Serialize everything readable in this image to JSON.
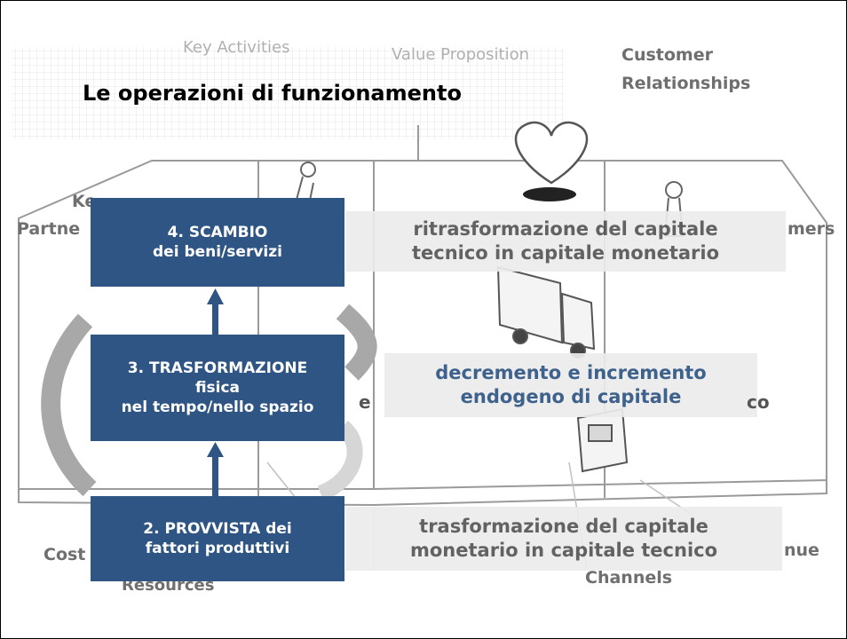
{
  "title": "Le operazioni di funzionamento",
  "background_labels": {
    "key_activities": "Key Activities",
    "value_proposition": "Value Proposition",
    "customer_relationships_1": "Customer",
    "customer_relationships_2": "Relationships",
    "key_partners_1": "Ke",
    "key_partners_2": "Partne",
    "customer_segments": "mers",
    "cost": "Cost",
    "resources": "Resources",
    "revenue": "nue",
    "channels": "Channels"
  },
  "steps": {
    "scambio": {
      "line1": "4. SCAMBIO",
      "line2": "dei beni/servizi"
    },
    "trasformazione": {
      "line1": "3. TRASFORMAZIONE",
      "line2": "fisica",
      "line3": "nel tempo/nello spazio"
    },
    "provvista": {
      "line1": "2. PROVVISTA dei",
      "line2": "fattori produttivi"
    }
  },
  "descriptions": {
    "scambio": {
      "line1": "ritrasformazione del capitale",
      "line2": "tecnico in capitale monetario"
    },
    "trasformazione": {
      "line1": "decremento e incremento",
      "line2": "endogeno di capitale"
    },
    "provvista": {
      "line1": "trasformazione del capitale",
      "line2": "monetario in capitale tecnico"
    }
  },
  "fragments": {
    "left": "e",
    "right": "co"
  },
  "colors": {
    "step_box": "#2e5583",
    "desc_box": "#ececec",
    "blue_text": "#2e5583",
    "gray_text": "#555555"
  }
}
